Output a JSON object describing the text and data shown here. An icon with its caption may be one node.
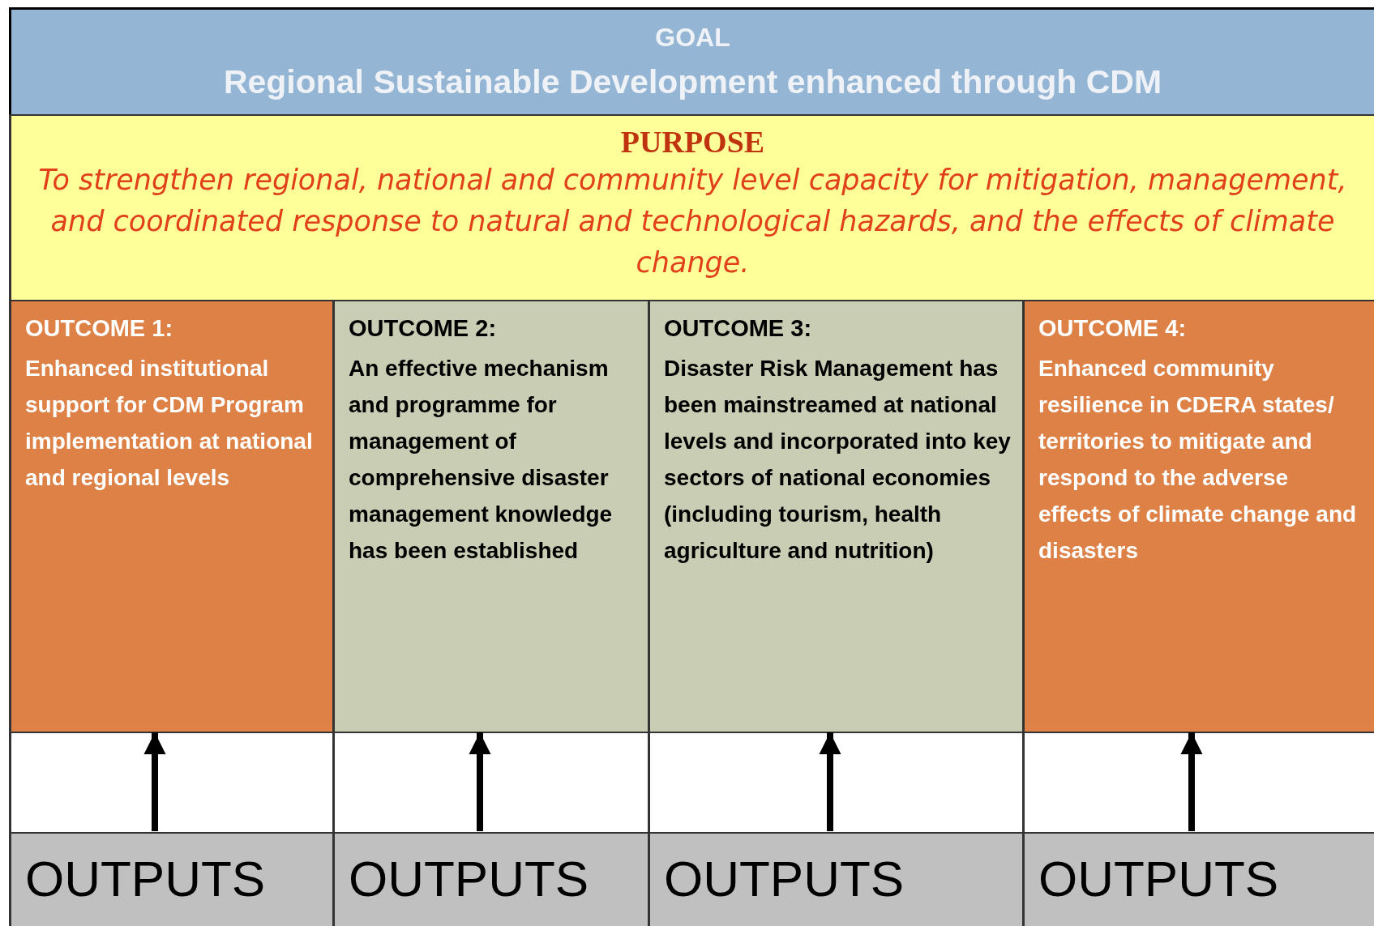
{
  "diagram": {
    "nodes": [
      {
        "text": [
          "GOAL",
          "Regional Sustainable Development enhanced through CDM"
        ]
      },
      {
        "text": [
          "PURPOSE",
          "To strengthen regional, national and community level capacity for mitigation, management, and coordinated response to natural and technological hazards, and the effects of climate change."
        ]
      },
      {
        "text": [
          "OUTCOME 1:",
          "Enhanced institutional support for CDM Program implementation at national and regional levels"
        ]
      },
      {
        "text": [
          "OUTCOME 2:",
          "An effective mechanism and programme for management of comprehensive disaster management knowledge has been established"
        ]
      },
      {
        "text": [
          "OUTCOME 3:",
          "Disaster Risk Management has been mainstreamed at national levels and incorporated into key sectors of national economies (including tourism, health agriculture and nutrition)"
        ]
      },
      {
        "text": [
          "OUTCOME 4:",
          "Enhanced community resilience in CDERA states/ territories to mitigate and respond to the adverse effects of climate change and disasters"
        ]
      },
      {
        "text": [
          "OUTPUTS"
        ]
      },
      {
        "text": [
          "OUTPUTS"
        ]
      },
      {
        "text": [
          "OUTPUTS"
        ]
      },
      {
        "text": [
          "OUTPUTS"
        ]
      }
    ],
    "edges": [
      {
        "from": 6,
        "to": 2,
        "arrow": "to"
      },
      {
        "from": 7,
        "to": 3,
        "arrow": "to"
      },
      {
        "from": 8,
        "to": 4,
        "arrow": "to"
      },
      {
        "from": 9,
        "to": 5,
        "arrow": "to"
      }
    ]
  }
}
